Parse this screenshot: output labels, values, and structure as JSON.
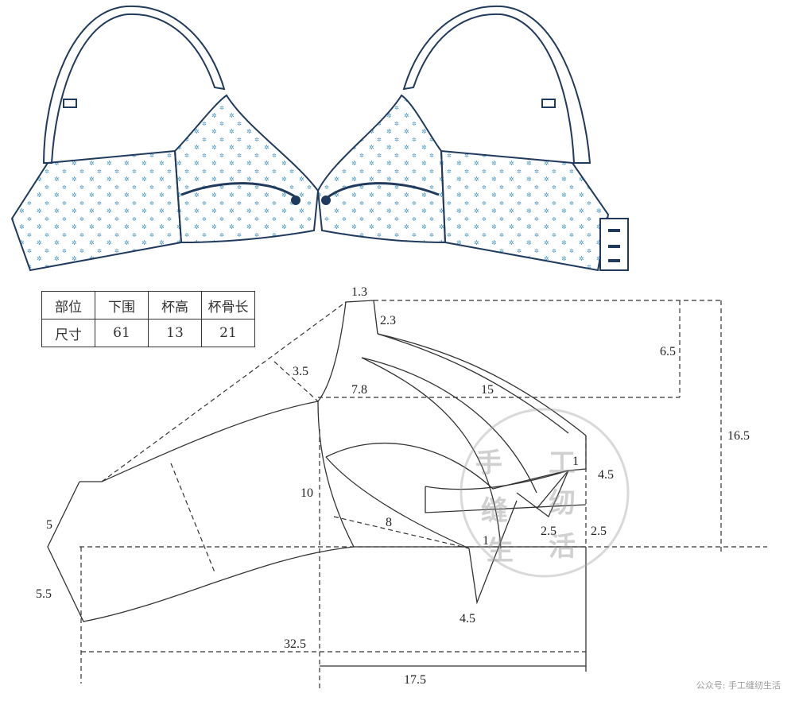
{
  "table": {
    "headers": [
      "部位",
      "下围",
      "杯高",
      "杯骨长"
    ],
    "row": [
      "尺寸",
      "61",
      "13",
      "21"
    ]
  },
  "labels": {
    "top_1_3": "1.3",
    "top_2_3": "2.3",
    "right_6_5": "6.5",
    "left_3_5": "3.5",
    "mid_7_8": "7.8",
    "curve_15": "15",
    "right_16_5": "16.5",
    "right_4_5": "4.5",
    "small_1": "1",
    "left_10": "10",
    "diag_8": "8",
    "dart_2_5": "2.5",
    "right_2_5": "2.5",
    "dart_1": "1",
    "left_5": "5",
    "left_5_5": "5.5",
    "bottom_4_5": "4.5",
    "width_32_5": "32.5",
    "width_17_5": "17.5"
  },
  "watermark": {
    "chars": [
      "手",
      "工",
      "缝",
      "纫",
      "生",
      "活"
    ],
    "credit": "公众号: 手工缝纫生活"
  },
  "colors": {
    "line": "#1f3a5c",
    "print": "#3a8fc0"
  }
}
